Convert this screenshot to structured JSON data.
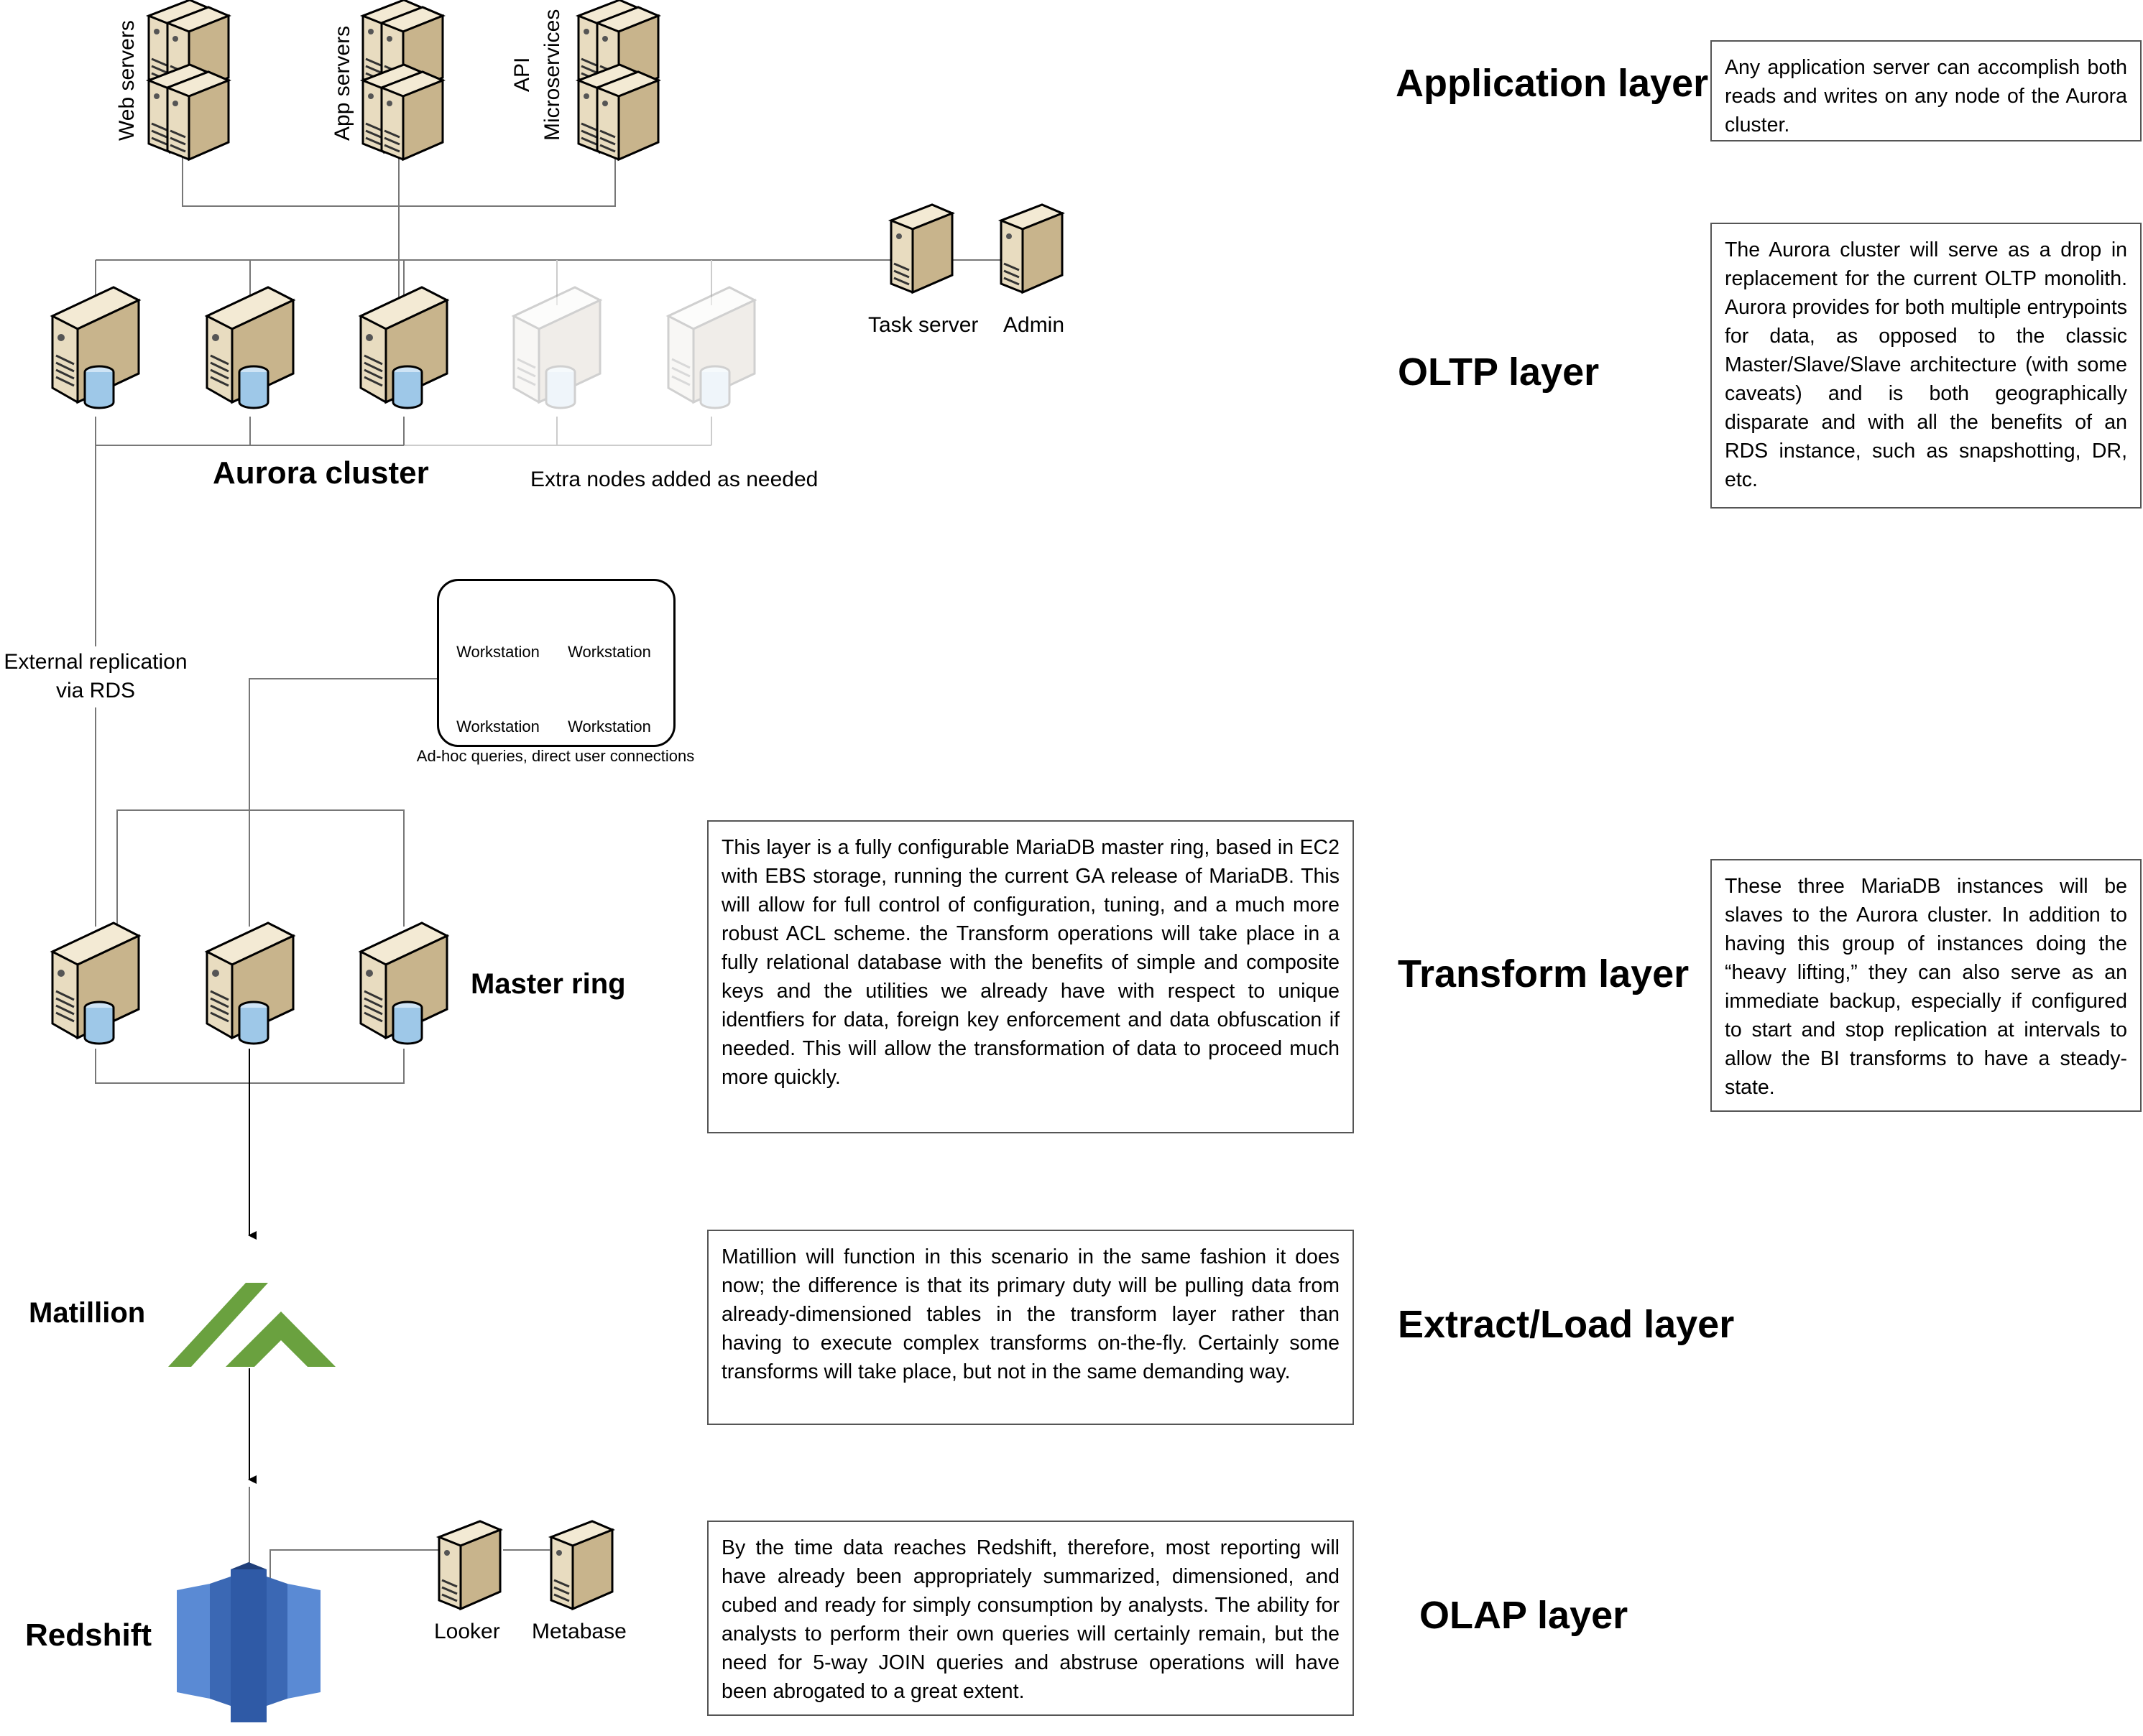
{
  "layers": {
    "application": "Application layer",
    "oltp": "OLTP layer",
    "transform": "Transform layer",
    "extract_load": "Extract/Load layer",
    "olap": "OLAP layer"
  },
  "server_groups": {
    "web": "Web servers",
    "app": "App servers",
    "api_line1": "API",
    "api_line2": "Microservices"
  },
  "oltp": {
    "task_server": "Task server",
    "admin": "Admin",
    "cluster_name": "Aurora cluster",
    "extra_nodes": "Extra nodes added as needed",
    "replication_line1": "External replication",
    "replication_line2": "via RDS"
  },
  "workstations": {
    "labels": [
      "Workstation",
      "Workstation",
      "Workstation",
      "Workstation"
    ],
    "caption": "Ad-hoc queries, direct user connections"
  },
  "transform": {
    "ring_name": "Master ring"
  },
  "extract": {
    "tool_name": "Matillion"
  },
  "olap": {
    "warehouse_name": "Redshift",
    "looker": "Looker",
    "metabase": "Metabase"
  },
  "descriptions": {
    "application": "Any application server can accomplish both reads and writes on any node of the Aurora cluster.",
    "oltp": "The Aurora cluster will serve as a drop in replacement for the current OLTP monolith.  Aurora provides for both multiple entrypoints for data, as opposed to the classic Master/Slave/Slave architecture (with some caveats) and is both geographically disparate and with all the benefits of an RDS instance, such as snapshotting, DR, etc.",
    "transform_main": "This layer is a fully configurable MariaDB master ring, based in EC2 with EBS storage, running the current GA release of MariaDB.  This will allow for full control of configuration, tuning, and a much more robust ACL scheme. the Transform operations will take place in a fully relational database with the benefits of simple and composite keys and the utilities we already have with respect to unique identfiers for data, foreign key enforcement and data obfuscation if needed.  This will allow the transformation of data to proceed much more quickly.",
    "transform_side": "These three MariaDB instances will be slaves to the Aurora cluster. In addition to having this group of instances doing the “heavy lifting,” they can also serve as an immediate backup, especially if configured to start and stop replication at intervals to allow the BI transforms to have a steady-state.",
    "extract_load": "Matillion will function in this scenario in the same fashion it does now; the difference is that its primary duty will be pulling data from already-dimensioned tables in the transform layer rather than having to execute complex transforms on-the-fly. Certainly some transforms will take place, but not in the same demanding way.",
    "olap": "By the time data reaches Redshift, therefore, most reporting will have already been appropriately summarized, dimensioned, and cubed and ready for simply consumption by analysts.  The ability for analysts to perform their own queries will certainly remain, but the need for 5-way JOIN queries and abstruse operations will have been abrogated to a great extent."
  },
  "colors": {
    "server_body": "#e8dcc0",
    "server_side": "#c8b48c",
    "db_cylinder": "#9ec8e8",
    "ghost": "#d0ccc4",
    "matillion_green": "#6aa13f",
    "redshift_blue": "#3b68b4",
    "workstation_blue": "#4a5fb8",
    "line": "#777777"
  }
}
